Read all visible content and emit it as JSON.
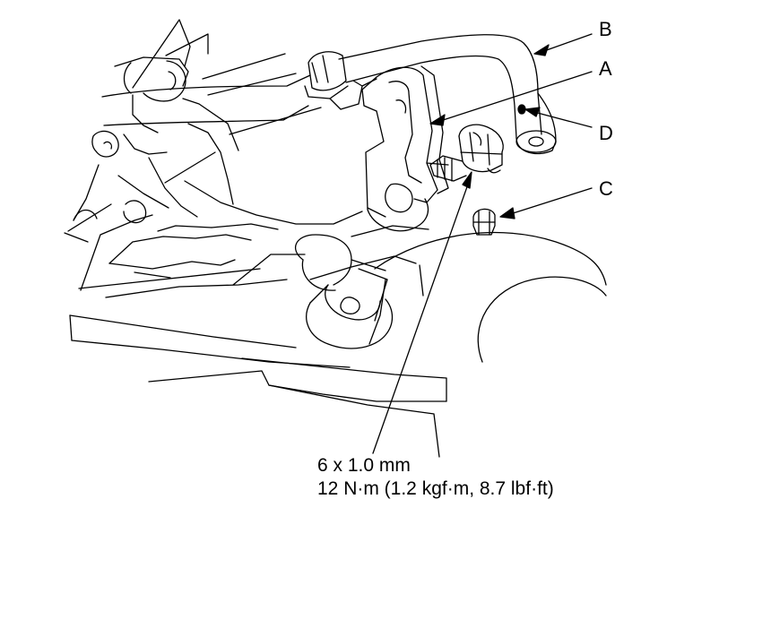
{
  "diagram": {
    "callouts": [
      {
        "id": "A",
        "label": "A"
      },
      {
        "id": "B",
        "label": "B"
      },
      {
        "id": "C",
        "label": "C"
      },
      {
        "id": "D",
        "label": "D"
      }
    ],
    "fastener_spec": {
      "size": "6 x 1.0 mm",
      "torque": "12 N·m (1.2 kgf·m, 8.7 lbf·ft)"
    },
    "colors": {
      "line": "#000000",
      "background": "#ffffff"
    }
  }
}
